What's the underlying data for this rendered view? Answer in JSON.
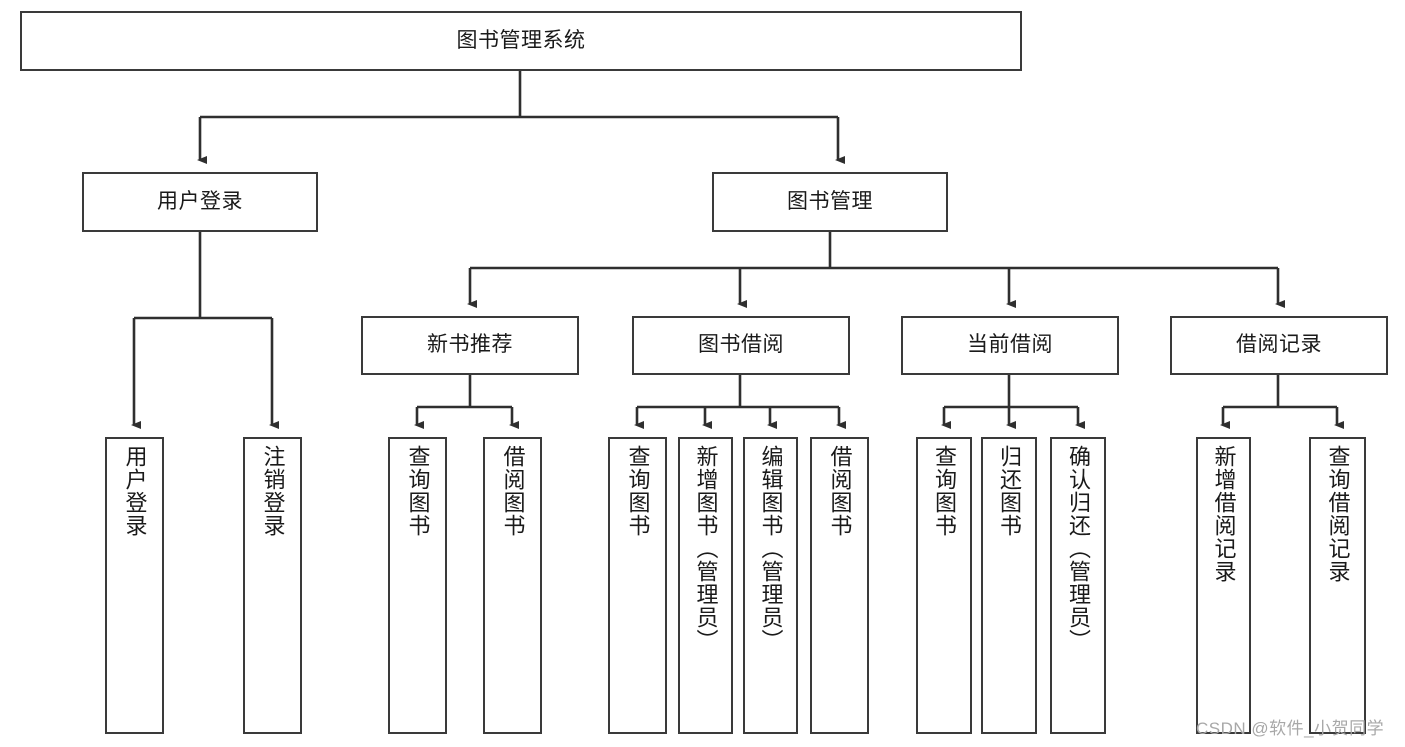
{
  "diagram": {
    "title": "图书管理系统",
    "type": "tree-hierarchy-diagram",
    "root": {
      "label": "图书管理系统"
    },
    "level2": [
      {
        "label": "用户登录"
      },
      {
        "label": "图书管理"
      }
    ],
    "level3": [
      {
        "label": "新书推荐"
      },
      {
        "label": "图书借阅"
      },
      {
        "label": "当前借阅"
      },
      {
        "label": "借阅记录"
      }
    ],
    "leaves": {
      "user_login": [
        {
          "label": "用户登录"
        },
        {
          "label": "注销登录"
        }
      ],
      "new_book_recommend": [
        {
          "label": "查询图书"
        },
        {
          "label": "借阅图书"
        }
      ],
      "book_borrow": [
        {
          "label": "查询图书"
        },
        {
          "label": "新增图书（管理员）"
        },
        {
          "label": "编辑图书（管理员）"
        },
        {
          "label": "借阅图书"
        }
      ],
      "current_borrow": [
        {
          "label": "查询图书"
        },
        {
          "label": "归还图书"
        },
        {
          "label": "确认归还（管理员）"
        }
      ],
      "borrow_record": [
        {
          "label": "新增借阅记录"
        },
        {
          "label": "查询借阅记录"
        }
      ]
    }
  },
  "watermark": {
    "text": "CSDN @软件_小贺同学"
  },
  "colors": {
    "border": "#3a3a3a",
    "background": "#ffffff",
    "text": "#1a1a1a",
    "watermark": "#a8a8a8"
  }
}
